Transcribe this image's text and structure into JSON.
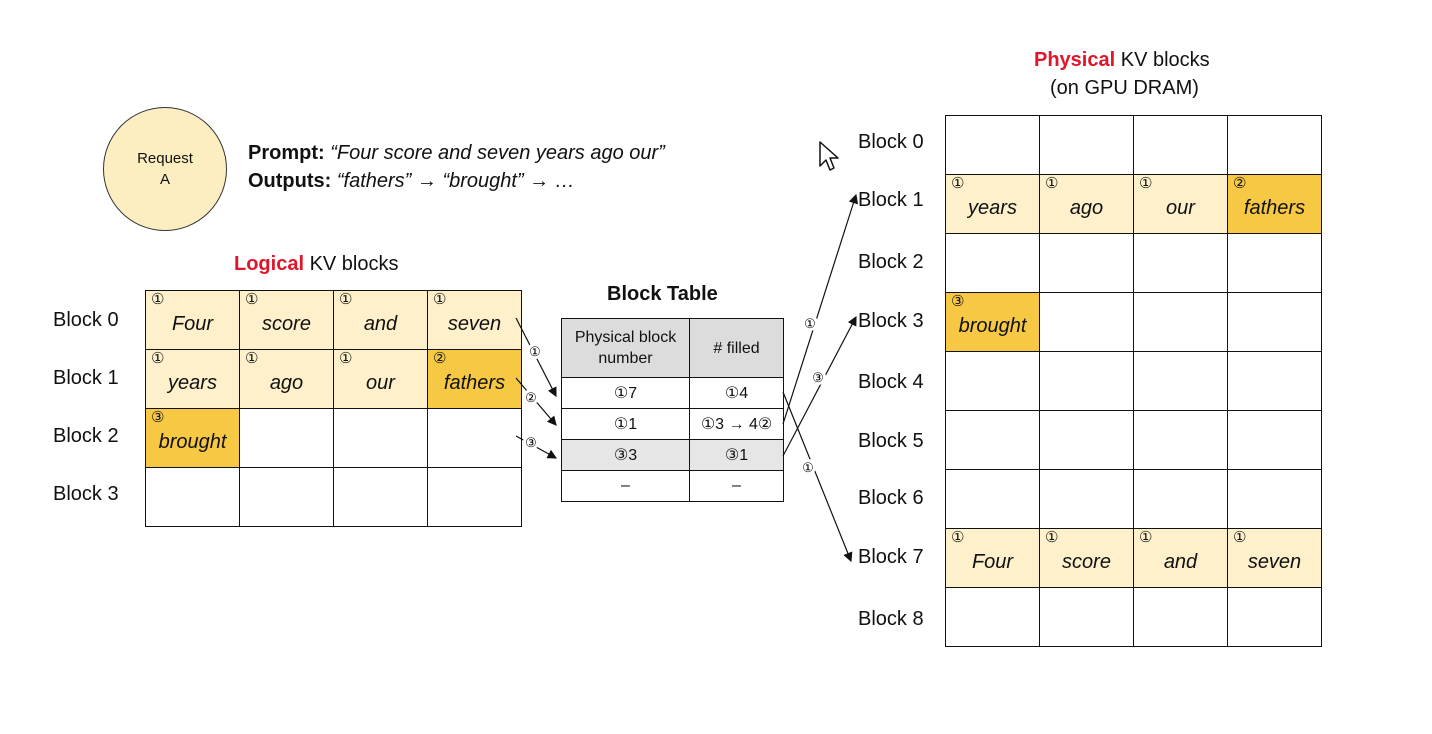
{
  "request": {
    "line1": "Request",
    "line2": "A"
  },
  "prompt": {
    "prompt_label": "Prompt:",
    "prompt_text": "“Four score and seven years ago our”",
    "outputs_label": "Outputs:",
    "outputs_text": "“fathers” → “brought” → …"
  },
  "logical": {
    "title_highlight": "Logical",
    "title_rest": " KV blocks",
    "row_labels": [
      "Block 0",
      "Block 1",
      "Block 2",
      "Block 3"
    ],
    "rows": [
      [
        {
          "mark": "①",
          "word": "Four",
          "fill": "f1"
        },
        {
          "mark": "①",
          "word": "score",
          "fill": "f1"
        },
        {
          "mark": "①",
          "word": "and",
          "fill": "f1"
        },
        {
          "mark": "①",
          "word": "seven",
          "fill": "f1"
        }
      ],
      [
        {
          "mark": "①",
          "word": "years",
          "fill": "f1"
        },
        {
          "mark": "①",
          "word": "ago",
          "fill": "f1"
        },
        {
          "mark": "①",
          "word": "our",
          "fill": "f1"
        },
        {
          "mark": "②",
          "word": "fathers",
          "fill": "f2"
        }
      ],
      [
        {
          "mark": "③",
          "word": "brought",
          "fill": "f3"
        },
        {
          "mark": "",
          "word": "",
          "fill": ""
        },
        {
          "mark": "",
          "word": "",
          "fill": ""
        },
        {
          "mark": "",
          "word": "",
          "fill": ""
        }
      ],
      [
        {
          "mark": "",
          "word": "",
          "fill": ""
        },
        {
          "mark": "",
          "word": "",
          "fill": ""
        },
        {
          "mark": "",
          "word": "",
          "fill": ""
        },
        {
          "mark": "",
          "word": "",
          "fill": ""
        }
      ]
    ]
  },
  "block_table": {
    "title": "Block Table",
    "header": [
      "Physical block number",
      "# filled"
    ],
    "rows": [
      [
        "①7",
        "①4"
      ],
      [
        "①1",
        "①3 → 4②"
      ],
      [
        "③3",
        "③1"
      ],
      [
        "–",
        "–"
      ]
    ]
  },
  "physical": {
    "title_highlight": "Physical",
    "title_rest": " KV blocks",
    "subtitle": "(on GPU DRAM)",
    "row_labels": [
      "Block 0",
      "Block 1",
      "Block 2",
      "Block 3",
      "Block 4",
      "Block 5",
      "Block 6",
      "Block 7",
      "Block 8"
    ],
    "rows": [
      [
        {
          "mark": "",
          "word": "",
          "fill": ""
        },
        {
          "mark": "",
          "word": "",
          "fill": ""
        },
        {
          "mark": "",
          "word": "",
          "fill": ""
        },
        {
          "mark": "",
          "word": "",
          "fill": ""
        }
      ],
      [
        {
          "mark": "①",
          "word": "years",
          "fill": "f1"
        },
        {
          "mark": "①",
          "word": "ago",
          "fill": "f1"
        },
        {
          "mark": "①",
          "word": "our",
          "fill": "f1"
        },
        {
          "mark": "②",
          "word": "fathers",
          "fill": "f2"
        }
      ],
      [
        {
          "mark": "",
          "word": "",
          "fill": ""
        },
        {
          "mark": "",
          "word": "",
          "fill": ""
        },
        {
          "mark": "",
          "word": "",
          "fill": ""
        },
        {
          "mark": "",
          "word": "",
          "fill": ""
        }
      ],
      [
        {
          "mark": "③",
          "word": "brought",
          "fill": "f3"
        },
        {
          "mark": "",
          "word": "",
          "fill": ""
        },
        {
          "mark": "",
          "word": "",
          "fill": ""
        },
        {
          "mark": "",
          "word": "",
          "fill": ""
        }
      ],
      [
        {
          "mark": "",
          "word": "",
          "fill": ""
        },
        {
          "mark": "",
          "word": "",
          "fill": ""
        },
        {
          "mark": "",
          "word": "",
          "fill": ""
        },
        {
          "mark": "",
          "word": "",
          "fill": ""
        }
      ],
      [
        {
          "mark": "",
          "word": "",
          "fill": ""
        },
        {
          "mark": "",
          "word": "",
          "fill": ""
        },
        {
          "mark": "",
          "word": "",
          "fill": ""
        },
        {
          "mark": "",
          "word": "",
          "fill": ""
        }
      ],
      [
        {
          "mark": "",
          "word": "",
          "fill": ""
        },
        {
          "mark": "",
          "word": "",
          "fill": ""
        },
        {
          "mark": "",
          "word": "",
          "fill": ""
        },
        {
          "mark": "",
          "word": "",
          "fill": ""
        }
      ],
      [
        {
          "mark": "①",
          "word": "Four",
          "fill": "f1"
        },
        {
          "mark": "①",
          "word": "score",
          "fill": "f1"
        },
        {
          "mark": "①",
          "word": "and",
          "fill": "f1"
        },
        {
          "mark": "①",
          "word": "seven",
          "fill": "f1"
        }
      ],
      [
        {
          "mark": "",
          "word": "",
          "fill": ""
        },
        {
          "mark": "",
          "word": "",
          "fill": ""
        },
        {
          "mark": "",
          "word": "",
          "fill": ""
        },
        {
          "mark": "",
          "word": "",
          "fill": ""
        }
      ]
    ]
  },
  "arrow_step_marks": {
    "logical_to_table": [
      "①",
      "②",
      "③"
    ],
    "table_to_physical": [
      "①",
      "③",
      "①"
    ]
  },
  "colors": {
    "highlight_red": "#e0162b",
    "step1_fill": "#fdf0ca",
    "step2_fill": "#f6c843",
    "step3_fill": "#f6c843",
    "request_fill": "#fdeec2",
    "table_header_fill": "#dcdcdc"
  },
  "icons": {
    "cursor": "mouse-pointer-icon"
  }
}
